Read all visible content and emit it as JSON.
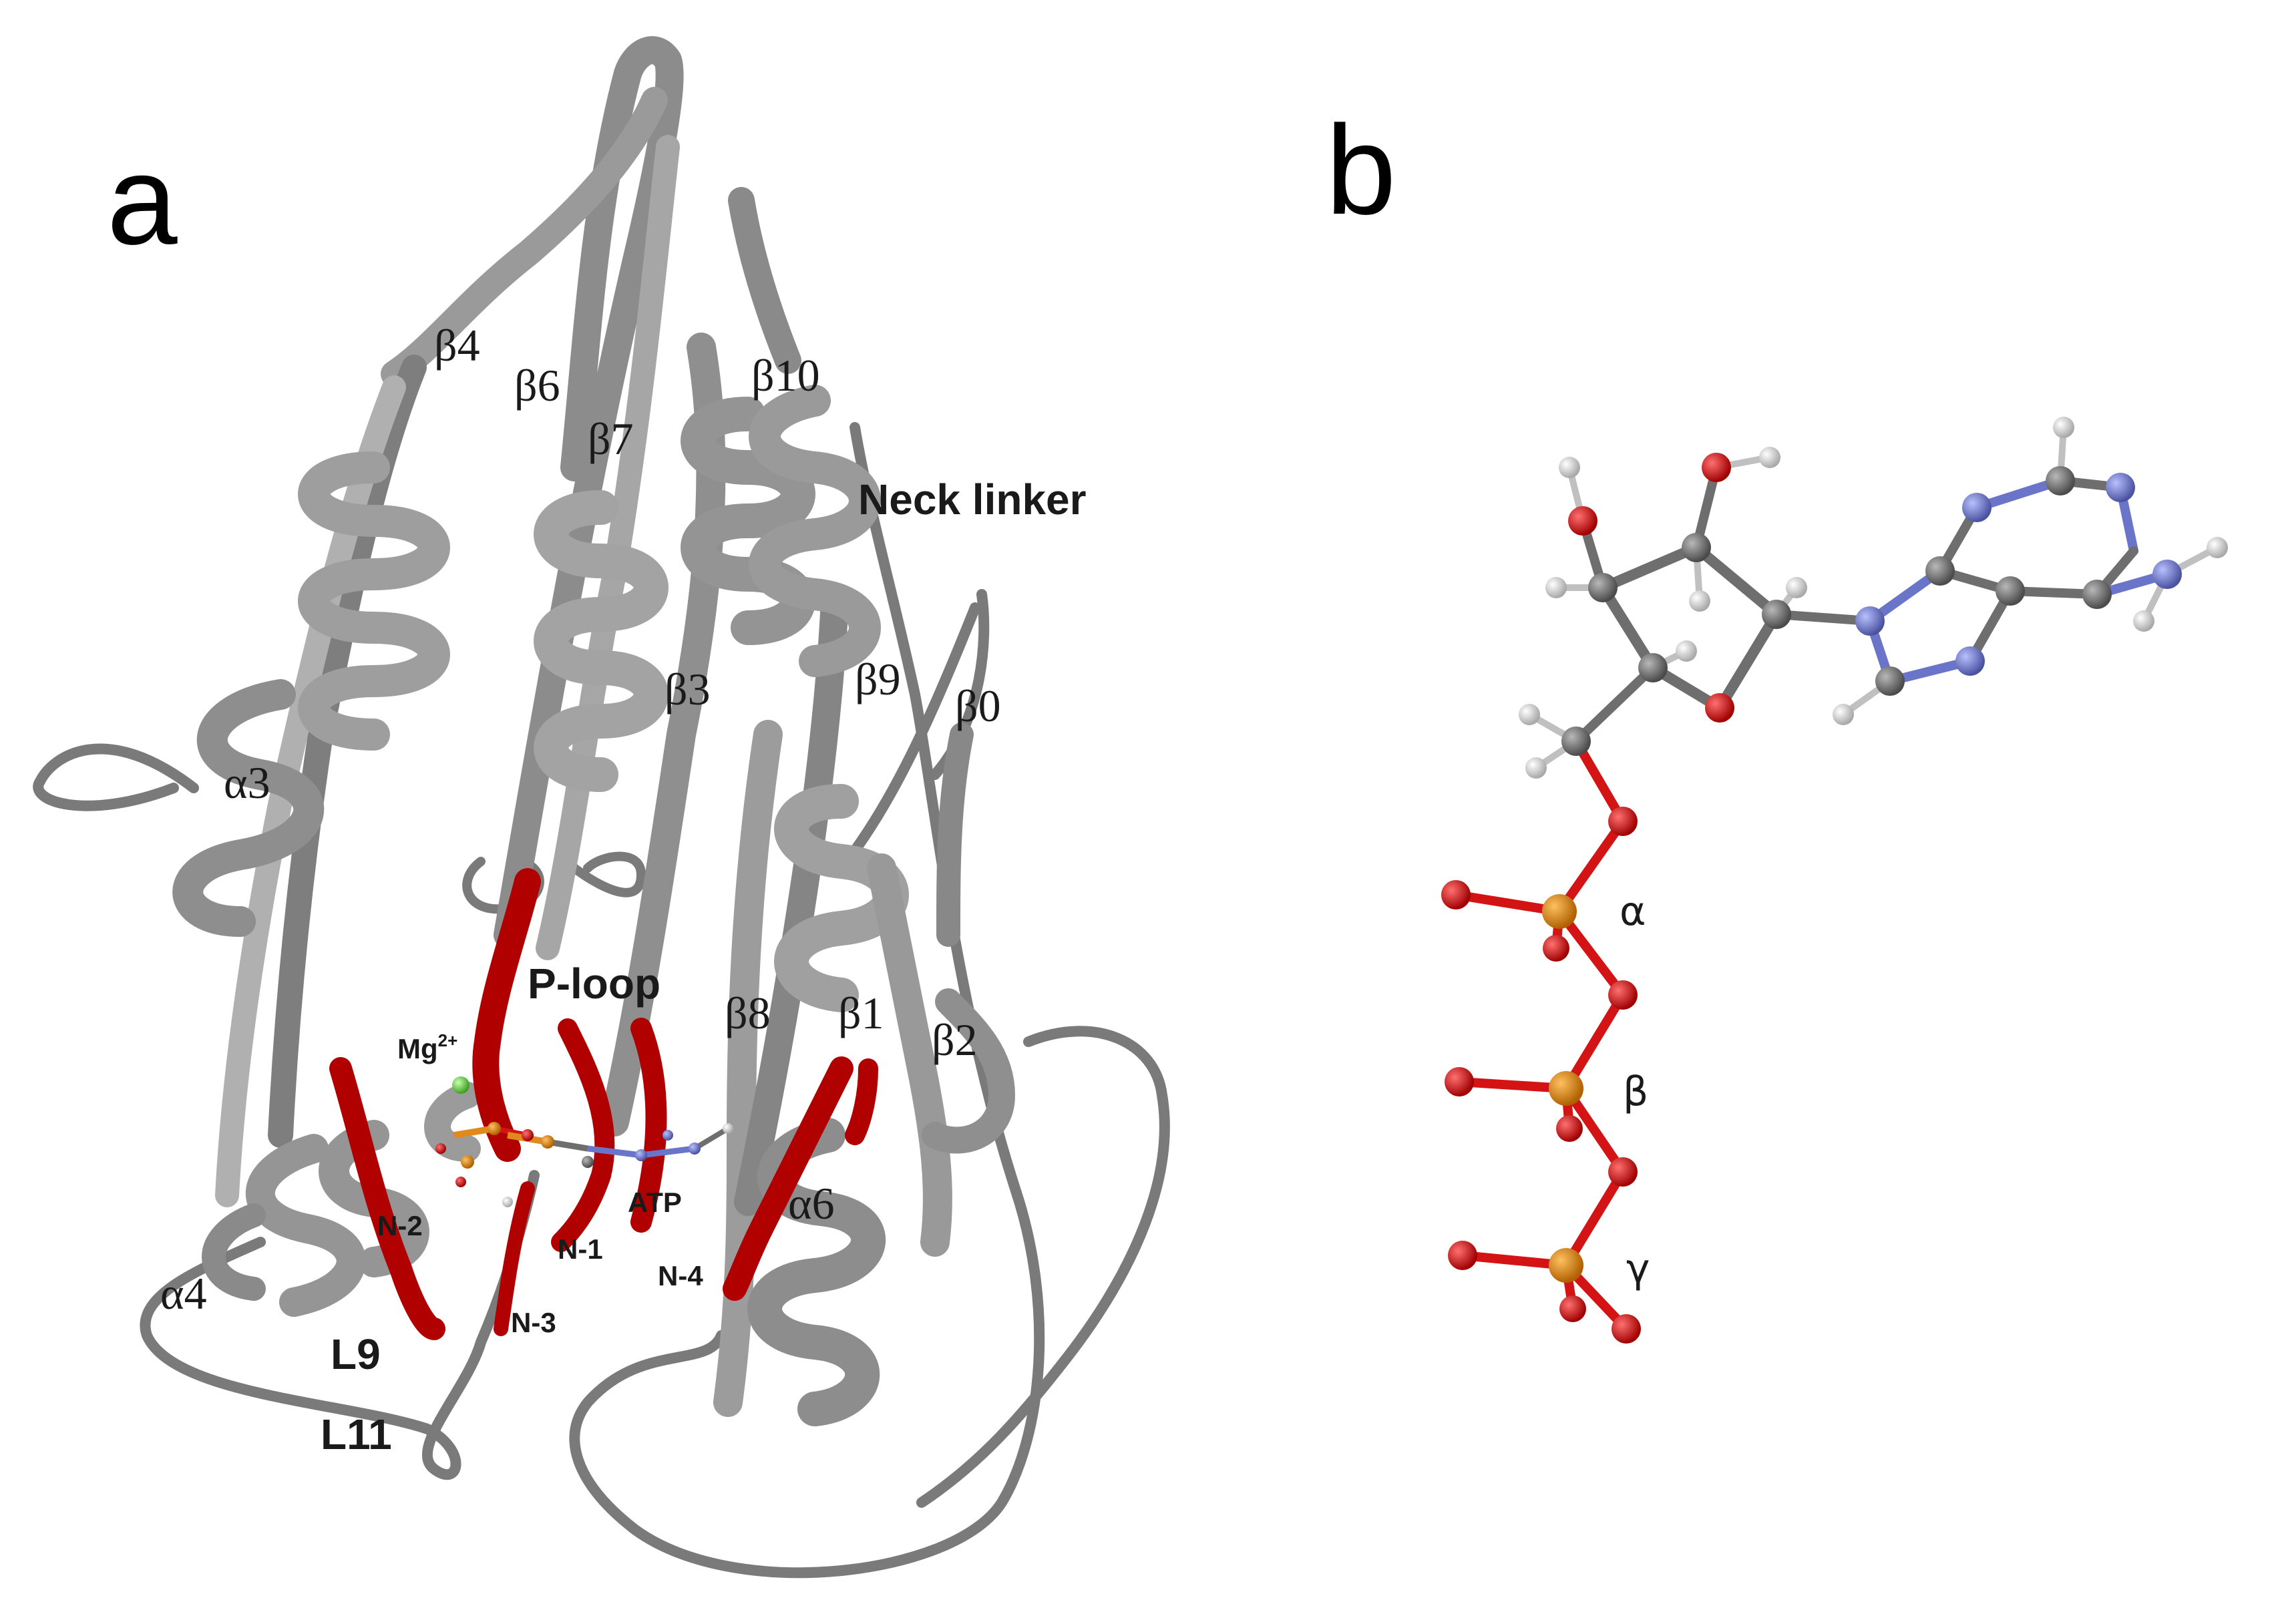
{
  "panels": {
    "a": {
      "letter": "a",
      "labels": {
        "b4": "β4",
        "b6": "β6",
        "b7": "β7",
        "b10": "β10",
        "neck_linker": "Neck linker",
        "b3": "β3",
        "b9": "β9",
        "b0": "β0",
        "a3": "α3",
        "p_loop": "P-loop",
        "b8": "β8",
        "b1": "β1",
        "b2": "β2",
        "mg": "Mg",
        "mg_charge": "2+",
        "atp": "ATP",
        "n2": "N-2",
        "n1": "N-1",
        "a6": "α6",
        "n4": "N-4",
        "a4": "α4",
        "n3": "N-3",
        "l9": "L9",
        "l11": "L11"
      }
    },
    "b": {
      "letter": "b",
      "labels": {
        "alpha": "α",
        "beta": "β",
        "gamma": "γ"
      }
    }
  },
  "colors": {
    "ribbon_gray": "#8c8c8c",
    "ribbon_light": "#c4c4c4",
    "highlight_red": "#b00000",
    "carbon": "#6e6e6e",
    "oxygen": "#d41414",
    "nitrogen": "#6a74c8",
    "hydrogen": "#ececec",
    "phosphorus": "#e08a1e",
    "magnesium": "#6fe04a"
  }
}
